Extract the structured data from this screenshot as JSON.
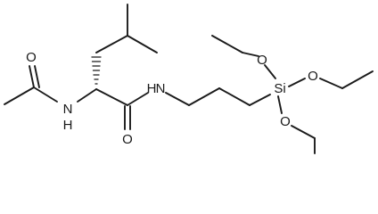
{
  "atoms": {
    "o_carbonyl_left": "O",
    "n_left": "N",
    "n_left_h": "H",
    "o_carbonyl_bottom": "O",
    "n_right": "N",
    "n_right_h": "H",
    "si": "Si",
    "o_ethoxy_top": "O",
    "o_ethoxy_right": "O",
    "o_ethoxy_bottom": "O"
  }
}
